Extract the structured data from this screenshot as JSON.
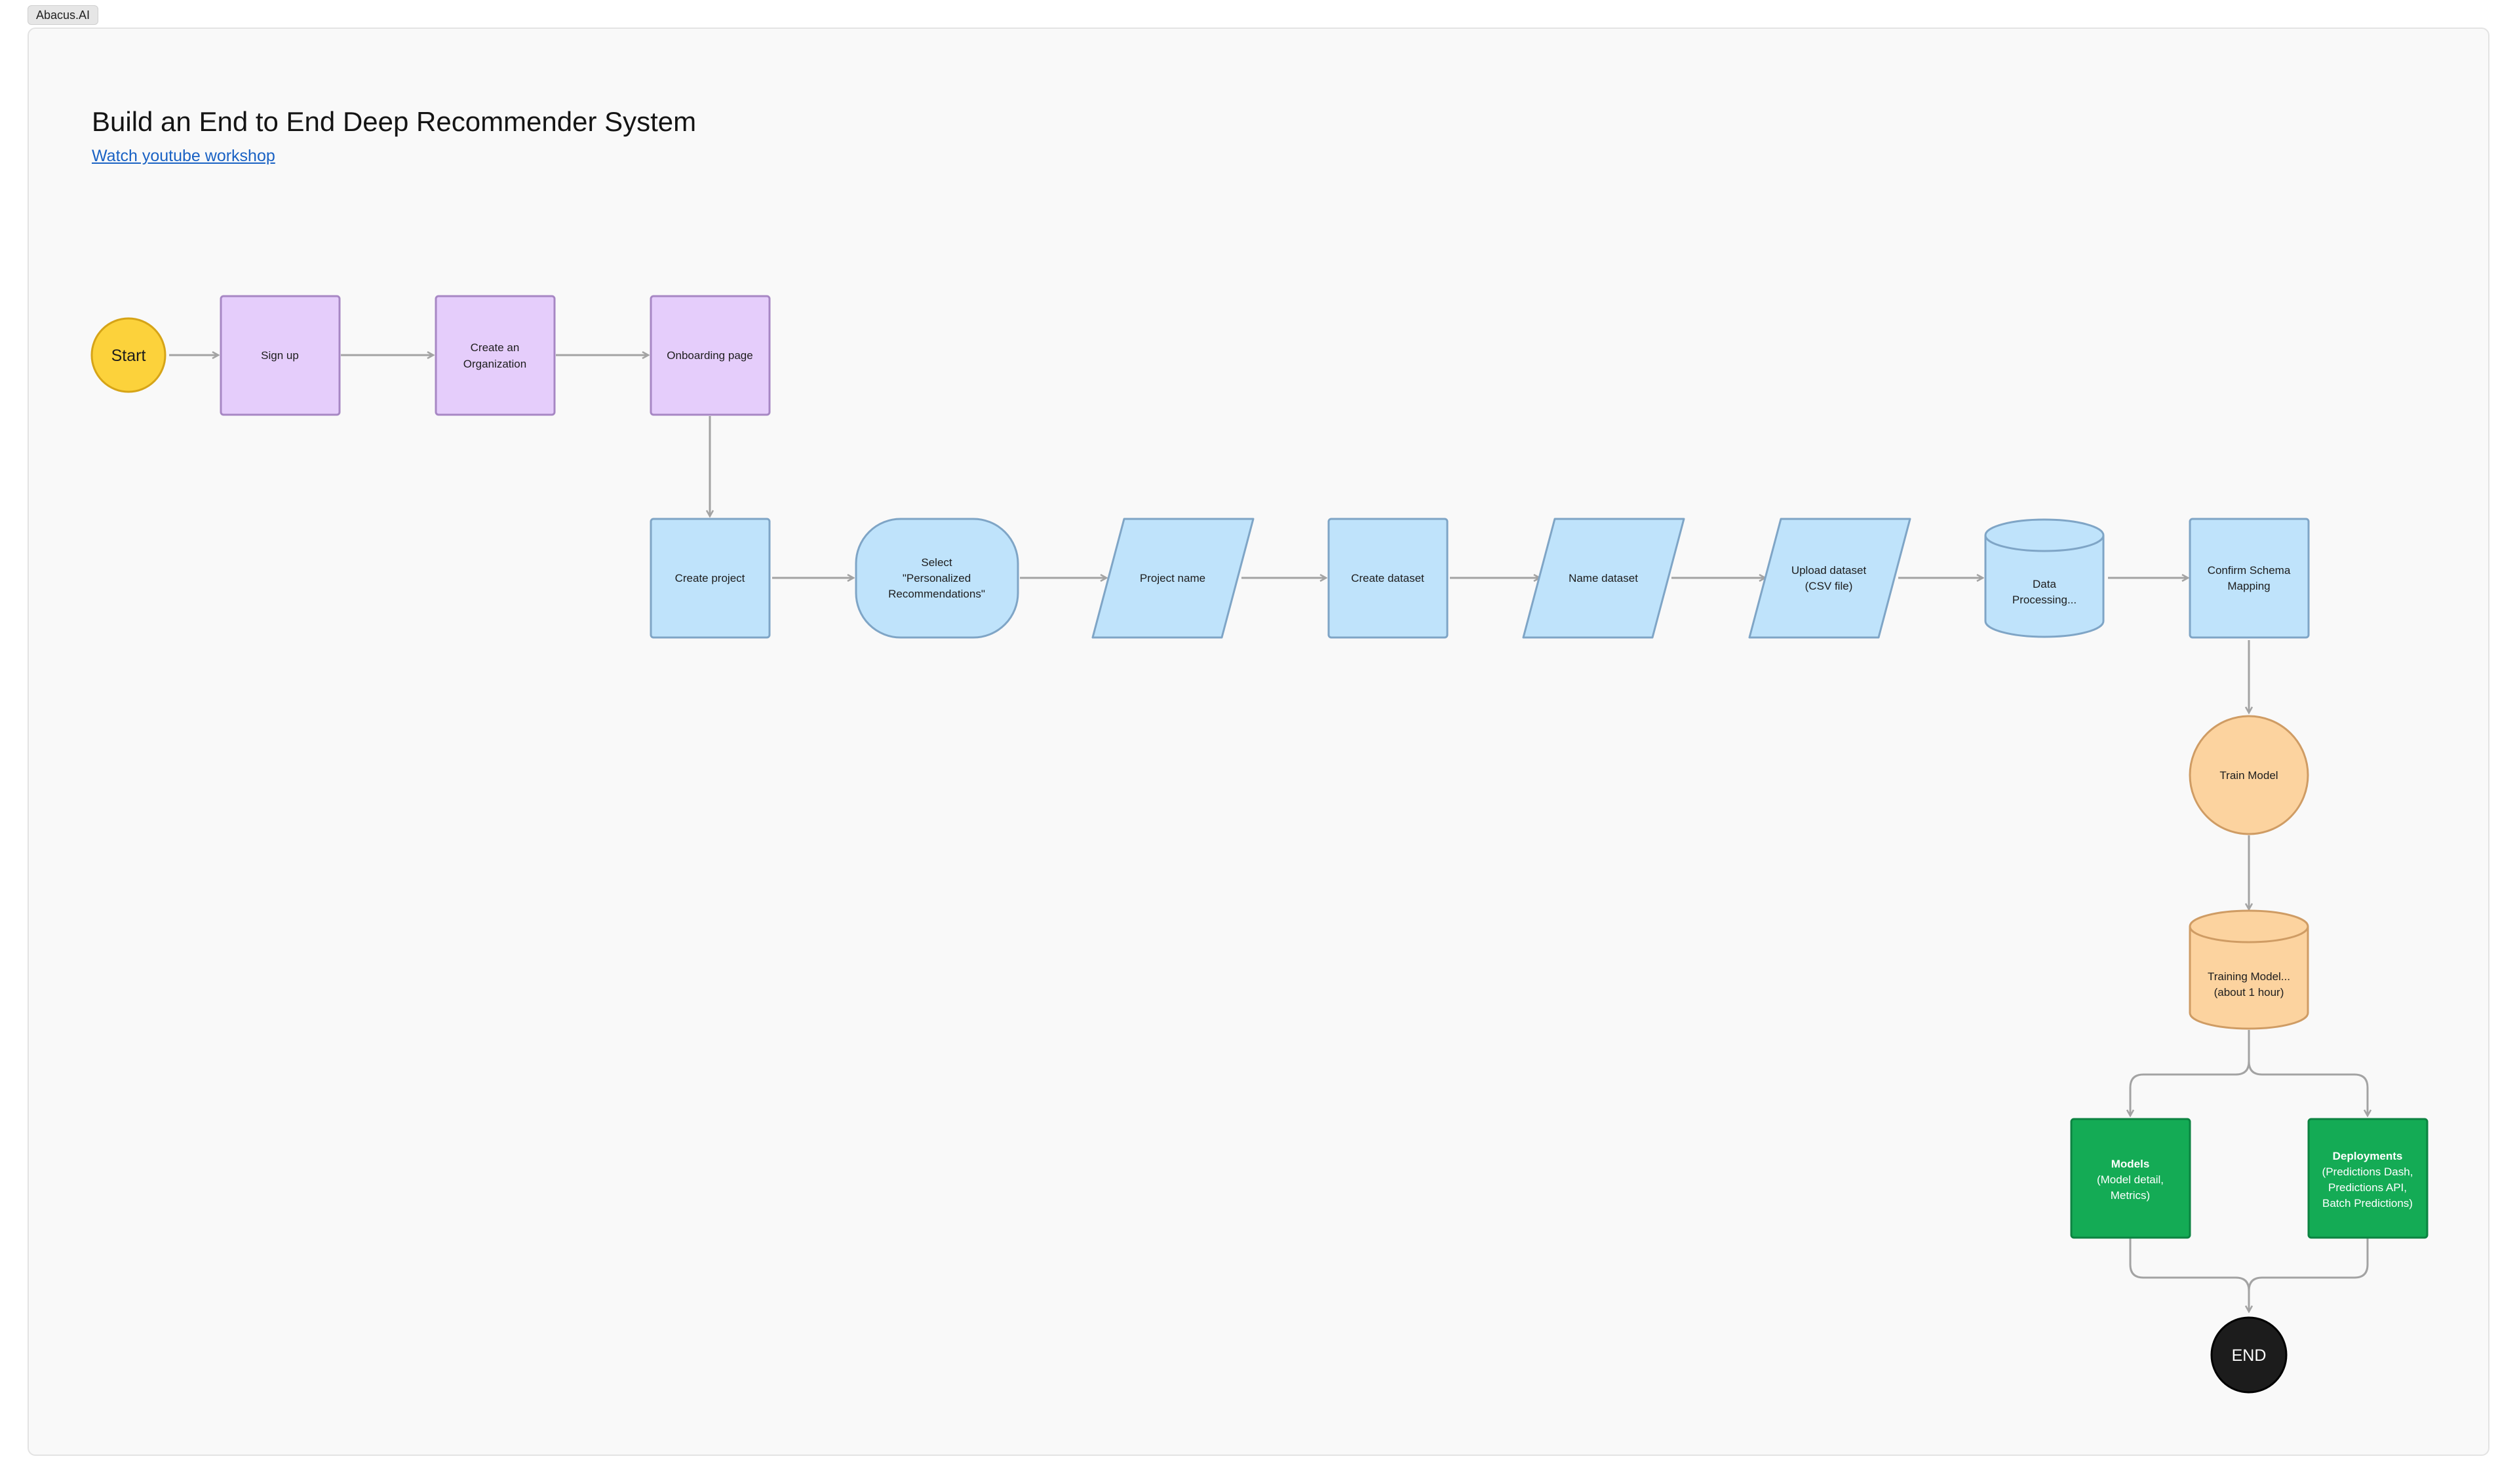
{
  "frame": {
    "label": "Abacus.AI"
  },
  "header": {
    "title": "Build an End to End Deep Recommender System",
    "link_text": "Watch youtube workshop"
  },
  "colors": {
    "start_fill": "#fcd23b",
    "start_stroke": "#d6a417",
    "purple_fill": "#e5cdfb",
    "purple_stroke": "#a787c4",
    "blue_fill": "#bfe3fb",
    "blue_stroke": "#7fa5c6",
    "orange_fill": "#fcd39f",
    "orange_stroke": "#cf9c64",
    "green_fill": "#14ab55",
    "green_stroke": "#0c8341",
    "end_fill": "#1c1c1c",
    "edge": "#a3a3a3"
  },
  "nodes": {
    "start": {
      "lines": [
        "Start"
      ]
    },
    "signup": {
      "lines": [
        "Sign up"
      ]
    },
    "create_org": {
      "lines": [
        "Create an",
        "Organization"
      ]
    },
    "onboarding": {
      "lines": [
        "Onboarding page"
      ]
    },
    "create_project": {
      "lines": [
        "Create project"
      ]
    },
    "select_reco": {
      "lines": [
        "Select",
        "\"Personalized",
        "Recommendations\""
      ]
    },
    "project_name": {
      "lines": [
        "Project name"
      ]
    },
    "create_dataset": {
      "lines": [
        "Create dataset"
      ]
    },
    "name_dataset": {
      "lines": [
        "Name dataset"
      ]
    },
    "upload_dataset": {
      "lines": [
        "Upload dataset",
        "(CSV file)"
      ]
    },
    "data_processing": {
      "lines": [
        "Data",
        "Processing..."
      ]
    },
    "confirm_schema": {
      "lines": [
        "Confirm Schema",
        "Mapping"
      ]
    },
    "train_model": {
      "lines": [
        "Train Model"
      ]
    },
    "training_model": {
      "lines": [
        "Training Model...",
        "(about 1 hour)"
      ]
    },
    "models": {
      "lines": [
        "Models",
        "(Model detail,",
        "Metrics)"
      ]
    },
    "deployments": {
      "lines": [
        "Deployments",
        "(Predictions Dash,",
        "Predictions API,",
        "Batch Predictions)"
      ]
    },
    "end": {
      "lines": [
        "END"
      ]
    }
  }
}
